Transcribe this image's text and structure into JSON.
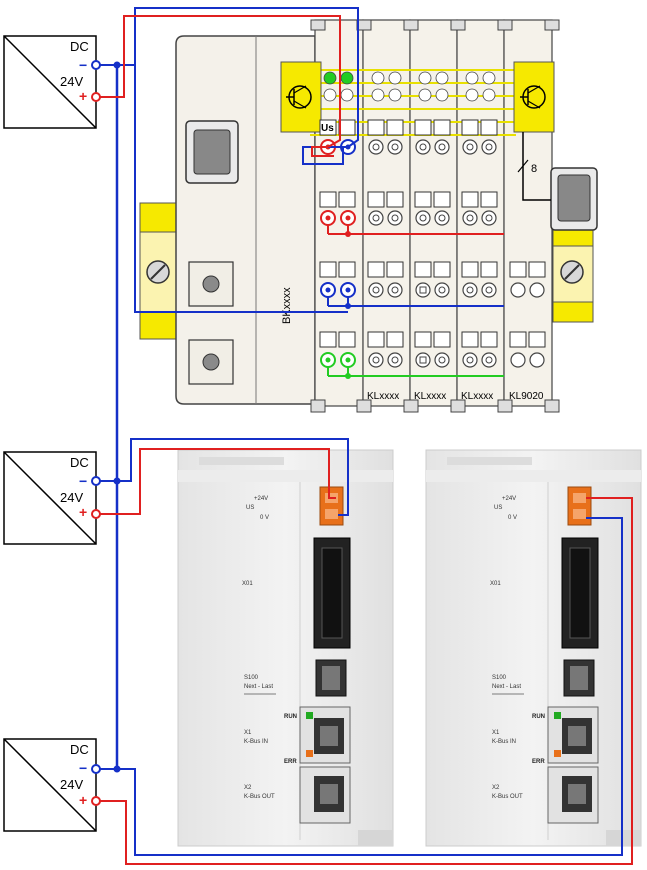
{
  "power_supplies": [
    {
      "type_label": "DC",
      "voltage_label": "24V",
      "minus_sign": "−",
      "plus_sign": "+"
    },
    {
      "type_label": "DC",
      "voltage_label": "24V",
      "minus_sign": "−",
      "plus_sign": "+"
    },
    {
      "type_label": "DC",
      "voltage_label": "24V",
      "minus_sign": "−",
      "plus_sign": "+"
    }
  ],
  "bus_coupler": {
    "label": "BKxxxx",
    "us_label": "Us",
    "cable_label": "8",
    "terminals": [
      "KLxxxx",
      "KLxxxx",
      "KLxxxx",
      "KL9020"
    ]
  },
  "extension_modules": [
    {
      "us_plus": "+24V",
      "us_label": "US",
      "us_zero": "0 V",
      "connector_label": "X01",
      "switch_label": "S100",
      "switch_caption": "Next - Last",
      "run_label": "RUN",
      "err_label": "ERR",
      "x1_label": "X1",
      "x1_caption": "K-Bus IN",
      "x2_label": "X2",
      "x2_caption": "K-Bus OUT"
    },
    {
      "us_plus": "+24V",
      "us_label": "US",
      "us_zero": "0 V",
      "connector_label": "X01",
      "switch_label": "S100",
      "switch_caption": "Next - Last",
      "run_label": "RUN",
      "err_label": "ERR",
      "x1_label": "X1",
      "x1_caption": "K-Bus IN",
      "x2_label": "X2",
      "x2_caption": "K-Bus OUT"
    }
  ],
  "colors": {
    "positive_wire": "#e02020",
    "negative_wire": "#1530c8",
    "pe_wire": "#22cc22",
    "led_bus": "#e8e000",
    "clamp": "#f6e900",
    "connector_orange": "#e8701a"
  }
}
